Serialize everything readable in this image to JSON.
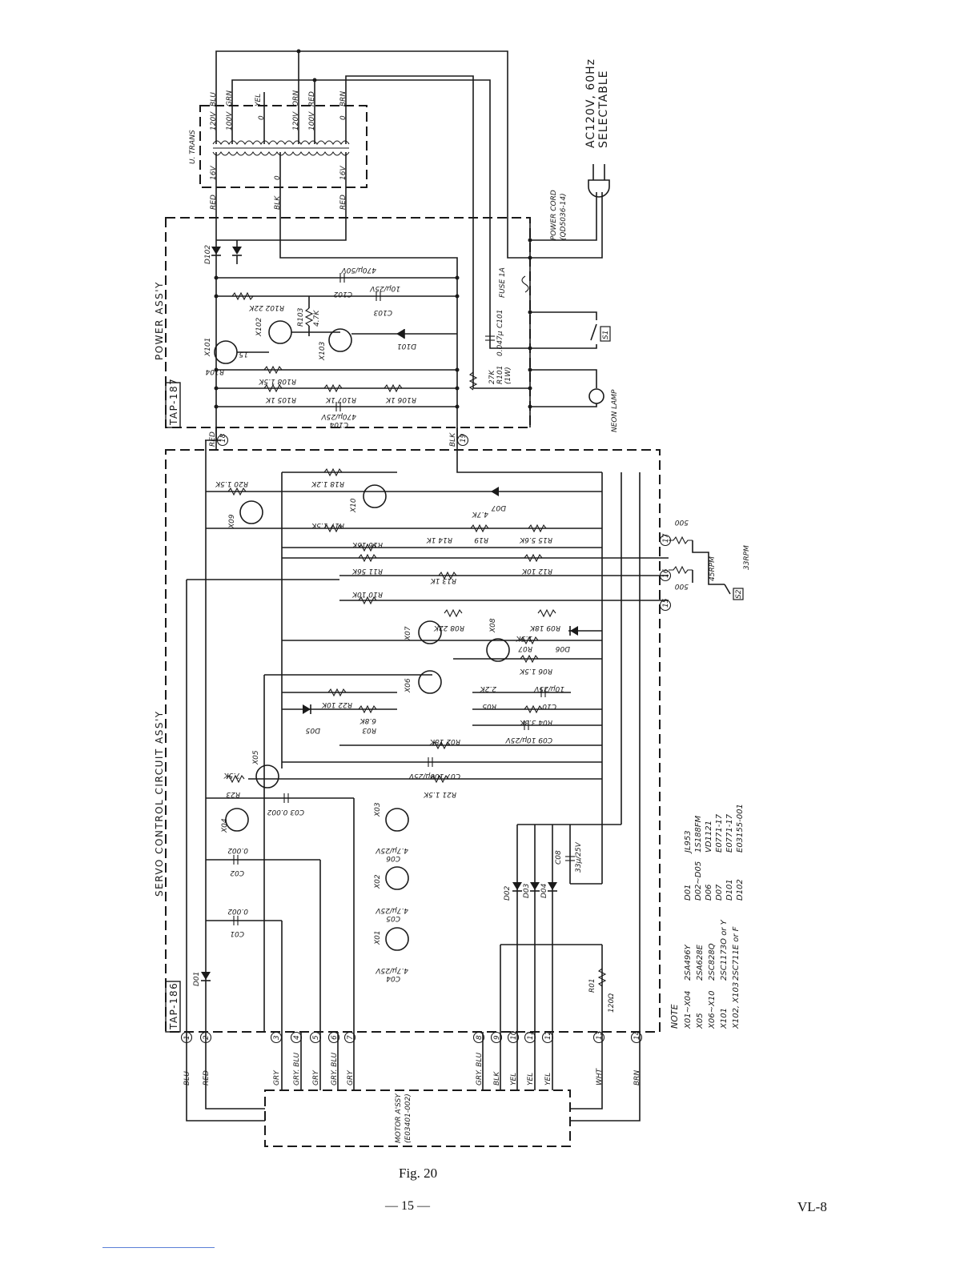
{
  "figure_caption": "Fig.  20",
  "page_number": "— 15 —",
  "model_code": "VL-8",
  "supply_note": {
    "line1": "AC120V, 60Hz",
    "line2": "SELECTABLE"
  },
  "assemblies": {
    "power": {
      "board": "TAP-187",
      "title": "POWER ASS'Y"
    },
    "servo": {
      "board": "TAP-186",
      "title": "SERVO CONTROL CIRCUIT ASS'Y"
    },
    "motor": {
      "title": "MOTOR A'SSY",
      "part": "(E03401-002)"
    },
    "trans": {
      "title": "U. TRANS"
    }
  },
  "transformer_taps": {
    "primary": [
      "120V",
      "BLU",
      "GRN",
      "100V",
      "YEL",
      "0",
      "120V",
      "ORN",
      "RED",
      "100V",
      "BRN",
      "0"
    ],
    "secondary": [
      "16V",
      "RED",
      "0",
      "BLK",
      "16V",
      "RED"
    ]
  },
  "power_components": {
    "power_cord": "POWER CORD",
    "power_cord_part": "(QD5036-14)",
    "fuse": "FUSE 1A",
    "switch": "S1",
    "neon": "NEON LAMP",
    "C101": "C101",
    "C101_val": "0.047μ",
    "R101": "R101",
    "R101_val": "27K",
    "R101_w": "(1W)",
    "D101": "D101",
    "D102": "D102",
    "C102": "C102",
    "C102_val": "470μ/50V",
    "C103": "C103",
    "C103_val": "10μ/25V",
    "C104": "C104",
    "C104_val": "470μ/25V",
    "R102": "R102 22K",
    "R103": "R103",
    "R103_val": "4.7K",
    "R104": "R104",
    "R104_val": "15",
    "R105": "R105 1K",
    "R106": "R106 1K",
    "R107": "R107 1K",
    "R108": "R108 1.5K",
    "X101": "X101",
    "X102": "X102",
    "X103": "X103"
  },
  "servo_components": {
    "R01": "R01",
    "R01_val": "120Ω",
    "R04": "R04 3.3K",
    "R05": "R05",
    "R05_val": "2.2K",
    "R06": "R06 1.5K",
    "R07": "R07",
    "R07_val": "1.5K",
    "R08": "R08 22K",
    "R09": "R09 18K",
    "R10": "R10 10K",
    "R11": "R11 56K",
    "R12": "R12 10K",
    "R13": "R13 1K",
    "R14": "R14 1K",
    "R15": "R15 5.6K",
    "R16": "R16 15K",
    "R17": "R17 1.5K",
    "R18": "R18 1.2K",
    "R19": "R19",
    "R19_val": "4.7K",
    "R20": "R20 1.5K",
    "R21": "R21 1.5K",
    "R22": "R22 10K",
    "R23": "R23",
    "R23_val": "7.5K",
    "R02": "R02 18K",
    "R03": "R03",
    "R03_val": "6.8K",
    "C01": "C01",
    "C01_val": "0.002",
    "C02": "C02",
    "C02_val": "0.002",
    "C03": "C03 0.002",
    "C04": "C04",
    "C04_val": "4.7μ/25V",
    "C05": "C05",
    "C05_val": "4.7μ/25V",
    "C06": "C06",
    "C06_val": "4.7μ/25V",
    "C07": "C07 100μ/25V",
    "C08": "C08",
    "C08_val": "33μ/25V",
    "C09": "C09 10μ/25V",
    "C10": "C10",
    "C10_val": "10μ/25V",
    "D01": "D01",
    "D02": "D02",
    "D03": "D03",
    "D04": "D04",
    "D05": "D05",
    "D06": "D06",
    "D07": "D07",
    "X01": "X01",
    "X02": "X02",
    "X03": "X03",
    "X04": "X04",
    "X05": "X05",
    "X06": "X06",
    "X07": "X07",
    "X08": "X08",
    "X09": "X09",
    "X10": "X10",
    "S2": "S2",
    "rpm45": "45RPM",
    "rpm33": "33RPM",
    "vr_top": "500",
    "vr_bot": "500"
  },
  "terminals": [
    {
      "num": "1",
      "wire": "BLU"
    },
    {
      "num": "2",
      "wire": "RED"
    },
    {
      "num": "3",
      "wire": "GRY"
    },
    {
      "num": "4",
      "wire": "GRY. BLU"
    },
    {
      "num": "5",
      "wire": "GRY"
    },
    {
      "num": "6",
      "wire": "GRY. BLU"
    },
    {
      "num": "7",
      "wire": "GRY"
    },
    {
      "num": "8",
      "wire": "GRY. BLU"
    },
    {
      "num": "9",
      "wire": "BLK"
    },
    {
      "num": "10",
      "wire": "YEL"
    },
    {
      "num": "11",
      "wire": "YEL"
    },
    {
      "num": "12",
      "wire": "YEL"
    },
    {
      "num": "13",
      "wire": "WHT"
    },
    {
      "num": "14",
      "wire": "BRN"
    },
    {
      "num": "15",
      "wire": ""
    },
    {
      "num": "16",
      "wire": ""
    },
    {
      "num": "17",
      "wire": ""
    },
    {
      "num": "18",
      "wire": "RED"
    },
    {
      "num": "19",
      "wire": "BLK"
    }
  ],
  "note": {
    "title": "NOTE",
    "transistors": [
      [
        "X01~X04",
        "2SA496Y"
      ],
      [
        "X05",
        "2SA628E"
      ],
      [
        "X06~X10",
        "2SC828Q"
      ],
      [
        "X101",
        "2SC1173O or Y"
      ],
      [
        "X102, X103",
        "2SC711E or F"
      ]
    ],
    "diodes": [
      [
        "D01",
        "JL953"
      ],
      [
        "D02~D05",
        "1S188FM"
      ],
      [
        "D06",
        "VD1121"
      ],
      [
        "D07",
        "E0771-17"
      ],
      [
        "D101",
        "E0771-17"
      ],
      [
        "D102",
        "E03155-001"
      ]
    ]
  }
}
